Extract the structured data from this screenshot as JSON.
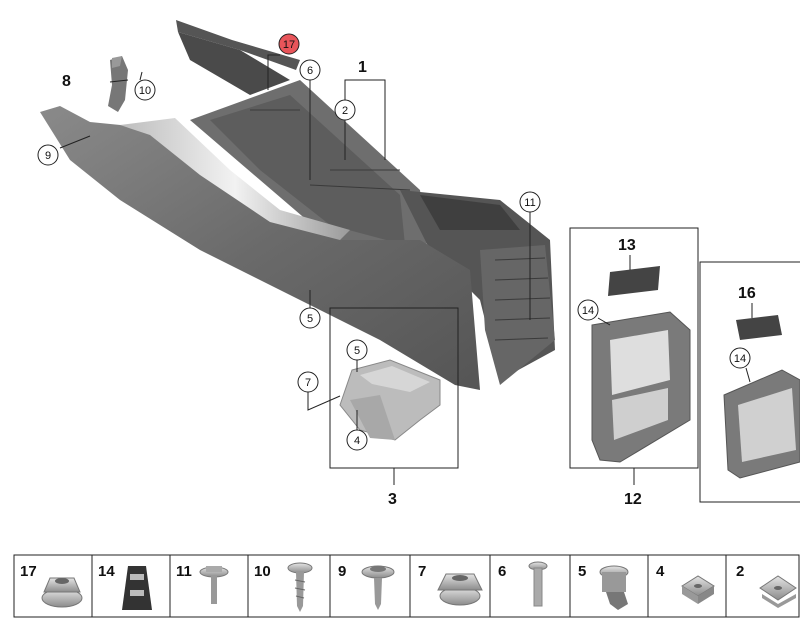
{
  "callouts": {
    "c1": "1",
    "c2": "2",
    "c3": "3",
    "c4": "4",
    "c5a": "5",
    "c5b": "5",
    "c6": "6",
    "c7": "7",
    "c8": "8",
    "c9": "9",
    "c10": "10",
    "c11": "11",
    "c12": "12",
    "c13": "13",
    "c14a": "14",
    "c14b": "14",
    "c16": "16",
    "c17": "17"
  },
  "highlight_color": "#e8555a",
  "parts_strip": [
    {
      "label": "17",
      "icon": "flange-nut-icon"
    },
    {
      "label": "14",
      "icon": "spring-clip-icon"
    },
    {
      "label": "11",
      "icon": "flange-screw-icon"
    },
    {
      "label": "10",
      "icon": "self-tapping-screw-icon"
    },
    {
      "label": "9",
      "icon": "washer-screw-icon"
    },
    {
      "label": "7",
      "icon": "hex-nut-icon"
    },
    {
      "label": "6",
      "icon": "bolt-icon"
    },
    {
      "label": "5",
      "icon": "expanding-nut-icon"
    },
    {
      "label": "4",
      "icon": "square-nut-icon"
    },
    {
      "label": "2",
      "icon": "sheet-metal-nut-icon"
    }
  ]
}
